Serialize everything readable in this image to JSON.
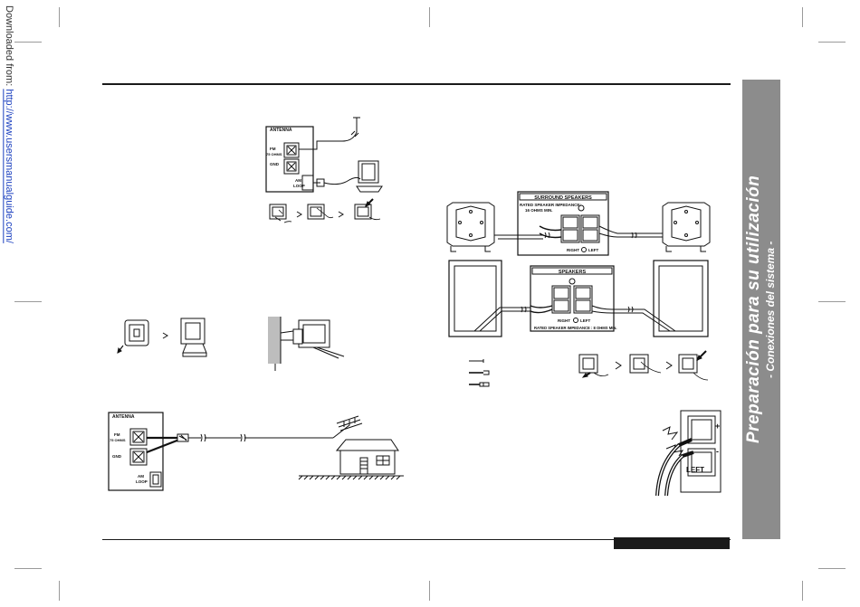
{
  "watermark": {
    "prefix": "Downloaded from: ",
    "url": "http://www.usersmanualguide.com/"
  },
  "side_tab": {
    "title": "Preparación para su utilización",
    "subtitle": "- Conexiones del sistema -"
  },
  "fm_am_figure": {
    "panel_label": "ANTENNA",
    "fm_label_1": "FM",
    "fm_label_2": "75 OHMS",
    "gnd_label": "GND",
    "am_label_1": "AM",
    "am_label_2": "LOOP"
  },
  "outdoor_figure": {
    "panel_label": "ANTENNA",
    "fm_label_1": "FM",
    "fm_label_2": "75 OHMS",
    "gnd_label": "GND",
    "am_label_1": "AM",
    "am_label_2": "LOOP"
  },
  "speaker_figure": {
    "surround_title": "SURROUND SPEAKERS",
    "surround_rated_1": "RATED SPEAKER IMPEDANCE:",
    "surround_rated_2": "16 OHMS MIN.",
    "right_label": "RIGHT",
    "left_label": "LEFT",
    "speakers_title": "SPEAKERS",
    "speakers_rated": "RATED SPEAKER IMPEDANCE : 8 OHMS MIN."
  },
  "wire_figure": {
    "plus_label": "+",
    "minus_label": "-",
    "left_label": "LEFT"
  }
}
